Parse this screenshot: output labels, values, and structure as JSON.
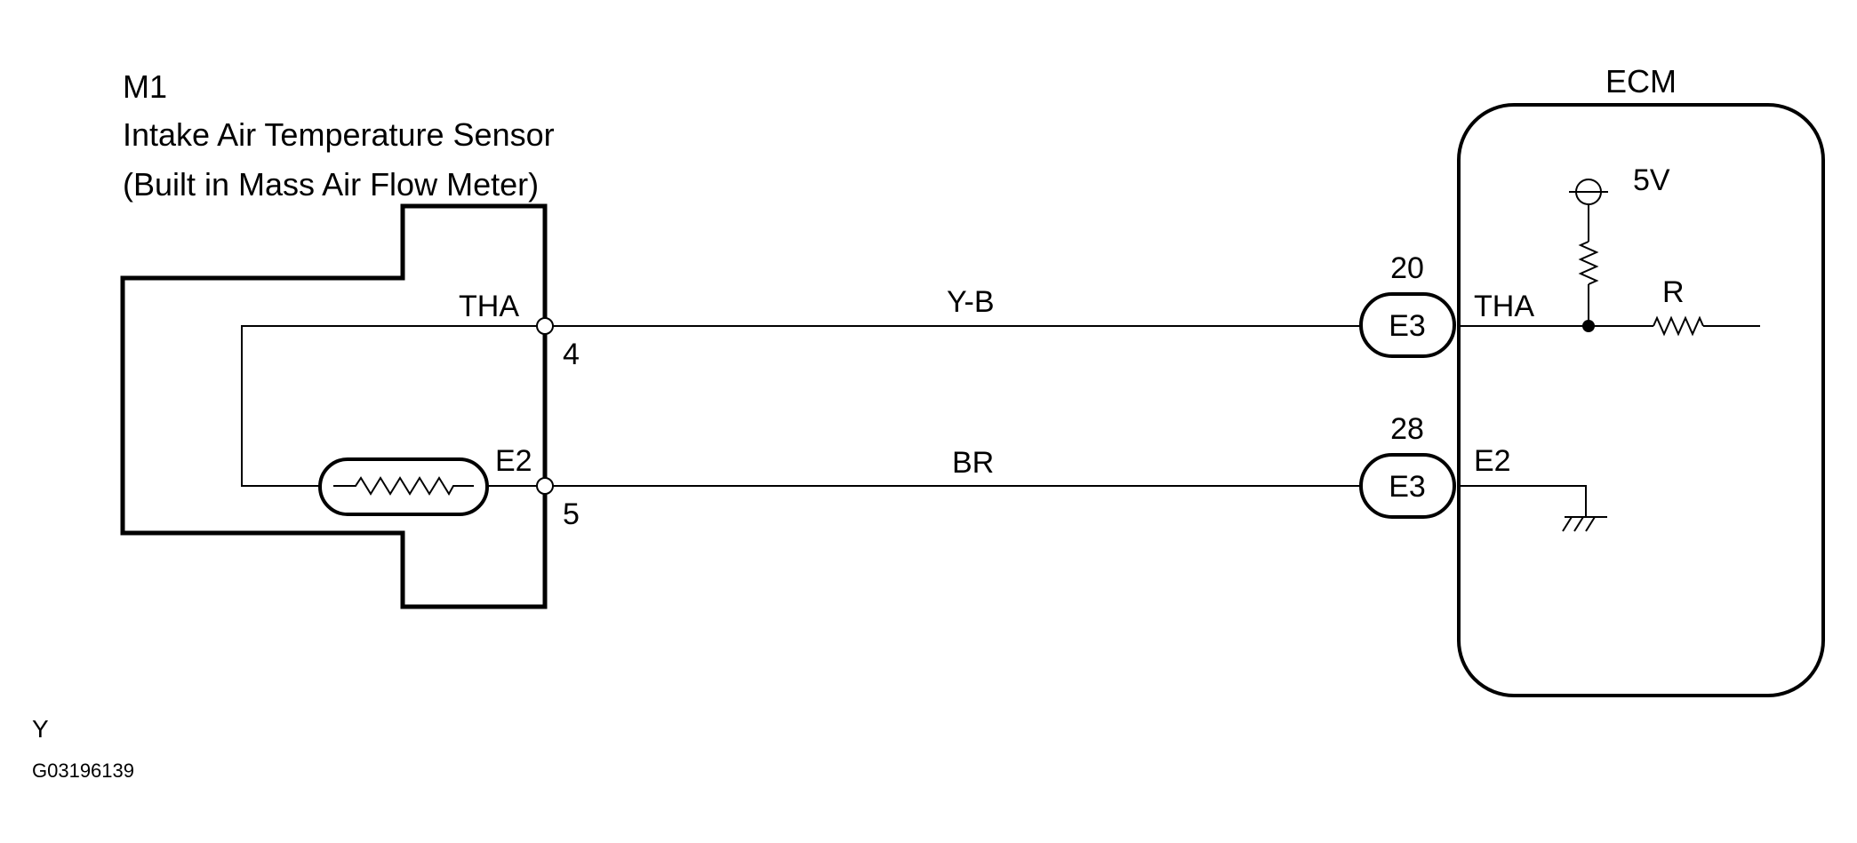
{
  "sensor": {
    "code": "M1",
    "name": "Intake Air Temperature Sensor",
    "subtitle": "(Built in Mass Air Flow Meter)",
    "pins": [
      {
        "label": "THA",
        "number": "4"
      },
      {
        "label": "E2",
        "number": "5"
      }
    ]
  },
  "wires": [
    {
      "color_code": "Y-B"
    },
    {
      "color_code": "BR"
    }
  ],
  "ecm": {
    "title": "ECM",
    "supply_voltage": "5V",
    "resistor_label": "R",
    "connectors": [
      {
        "connector": "E3",
        "pin": "20",
        "signal": "THA"
      },
      {
        "connector": "E3",
        "pin": "28",
        "signal": "E2"
      }
    ]
  },
  "footer": {
    "letter": "Y",
    "figure_id": "G03196139"
  }
}
